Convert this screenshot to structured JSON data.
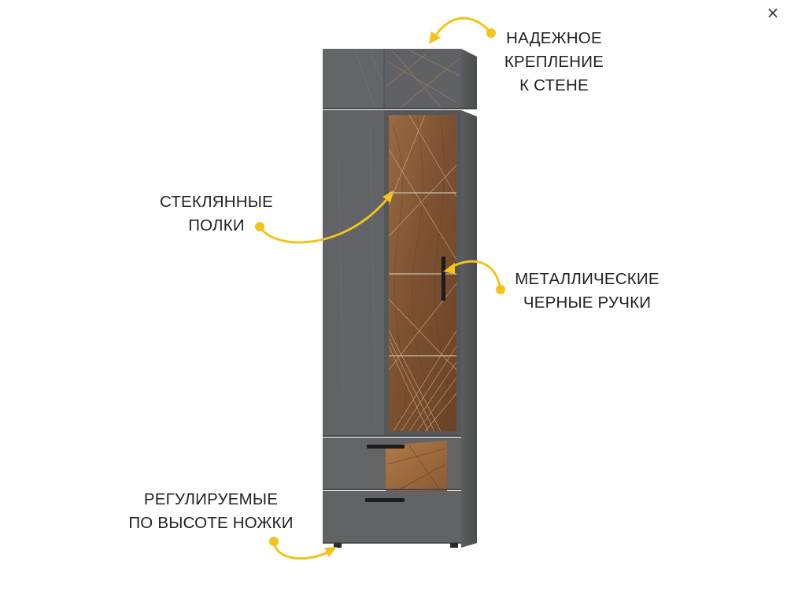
{
  "viewer": {
    "close_icon": "×"
  },
  "accent_color": "#f2c318",
  "product": {
    "body_color": "#626468",
    "wood_color": "#8a5a36",
    "glass_pattern": "gold-line-geometric"
  },
  "callouts": {
    "wall_mount": {
      "lines": [
        "НАДЕЖНОЕ",
        "КРЕПЛЕНИЕ",
        "К СТЕНЕ"
      ]
    },
    "glass_shelves": {
      "lines": [
        "СТЕКЛЯННЫЕ",
        "ПОЛКИ"
      ]
    },
    "handles": {
      "lines": [
        "МЕТАЛЛИЧЕСКИЕ",
        "ЧЕРНЫЕ РУЧКИ"
      ]
    },
    "legs": {
      "lines": [
        "РЕГУЛИРУЕМЫЕ",
        "ПО ВЫСОТЕ НОЖКИ"
      ]
    }
  }
}
